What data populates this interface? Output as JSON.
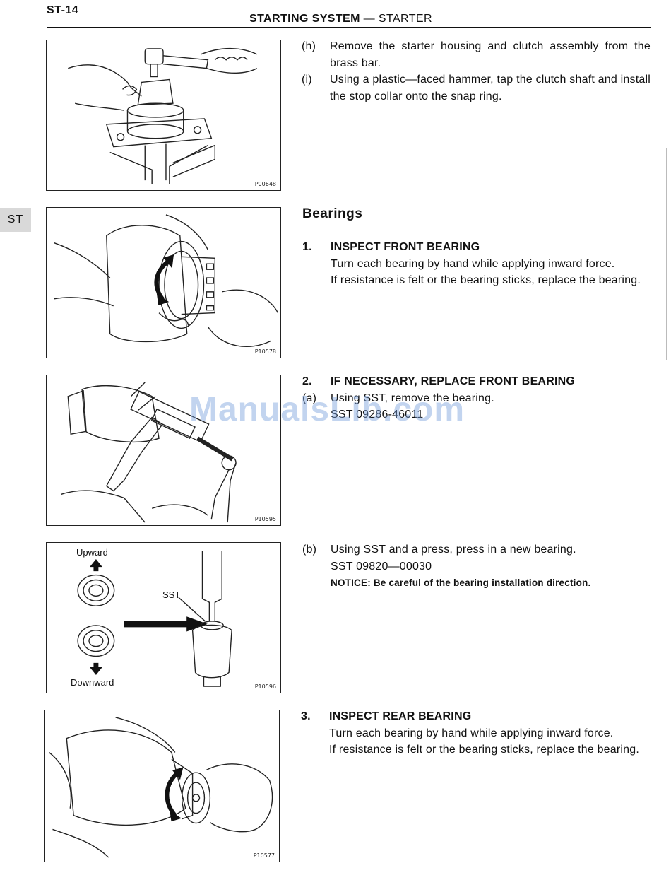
{
  "header": {
    "page_number": "ST-14",
    "title_bold": "STARTING SYSTEM",
    "title_rest": " — STARTER"
  },
  "side_tab": "ST",
  "figures": [
    {
      "code": "P00648"
    },
    {
      "code": "P10578"
    },
    {
      "code": "P10595"
    },
    {
      "code": "P10596",
      "label_upward": "Upward",
      "label_downward": "Downward",
      "label_sst": "SST"
    },
    {
      "code": "P10577"
    }
  ],
  "steps": {
    "h": {
      "label": "(h)",
      "text": "Remove the starter housing and clutch assembly from the brass bar."
    },
    "i": {
      "label": "(i)",
      "text": "Using a plastic—faced hammer, tap the clutch shaft and install the stop collar onto the snap ring."
    }
  },
  "section_title": "Bearings",
  "inspect_front": {
    "number": "1.",
    "title": "INSPECT FRONT BEARING",
    "line1": "Turn each bearing by hand while applying inward force.",
    "line2": "If resistance is felt or the bearing sticks, replace the bearing."
  },
  "replace_front": {
    "number": "2.",
    "title": "IF NECESSARY, REPLACE FRONT BEARING",
    "a_label": "(a)",
    "a_text": "Using SST, remove the bearing.",
    "a_sst": "SST 09286-46011",
    "b_label": "(b)",
    "b_text": "Using SST and a press, press in a new bearing.",
    "b_sst": "SST 09820—00030",
    "b_notice": "NOTICE: Be careful of the bearing installation direction."
  },
  "inspect_rear": {
    "number": "3.",
    "title": "INSPECT REAR BEARING",
    "line1": "Turn each bearing by hand while applying inward force.",
    "line2": "If resistance is felt or the bearing sticks, replace the bearing."
  },
  "watermark": "ManualsLib.com"
}
